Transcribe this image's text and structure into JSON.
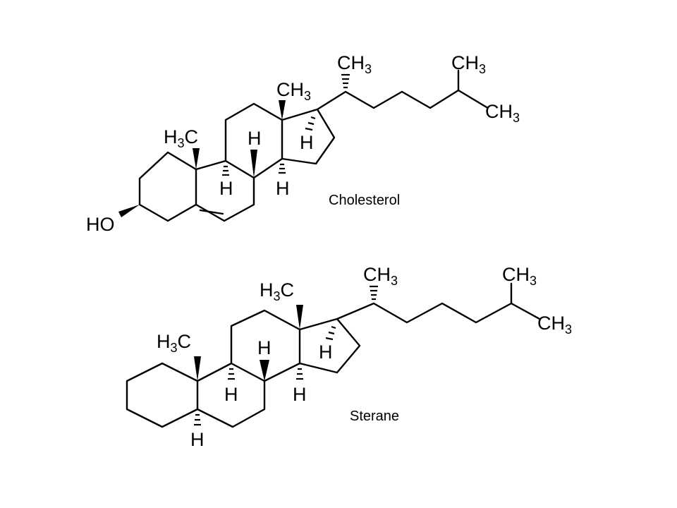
{
  "structures": [
    {
      "caption": "Cholesterol",
      "labels": {
        "ho": "HO",
        "h3c": "H",
        "h3c_3": "3",
        "h3c_c": "C",
        "ch3_ring": "CH",
        "ch3_ring_3": "3",
        "ch3_side": "CH",
        "ch3_side_3": "3",
        "ch3_iso1": "CH",
        "ch3_iso1_3": "3",
        "ch3_iso2": "CH",
        "ch3_iso2_3": "3",
        "h_c8": "H",
        "h_c9": "H",
        "h_c14": "H",
        "h_c17": "H"
      }
    },
    {
      "caption": "Sterane",
      "labels": {
        "h3c": "H",
        "h3c_3": "3",
        "h3c_c": "C",
        "h3c_ring": "H",
        "h3c_ring_3": "3",
        "h3c_ring_c": "C",
        "ch3_side": "CH",
        "ch3_side_3": "3",
        "ch3_iso1": "CH",
        "ch3_iso1_3": "3",
        "ch3_iso2": "CH",
        "ch3_iso2_3": "3",
        "h_c5": "H",
        "h_c8": "H",
        "h_c9": "H",
        "h_c14": "H",
        "h_c17": "H"
      }
    }
  ]
}
